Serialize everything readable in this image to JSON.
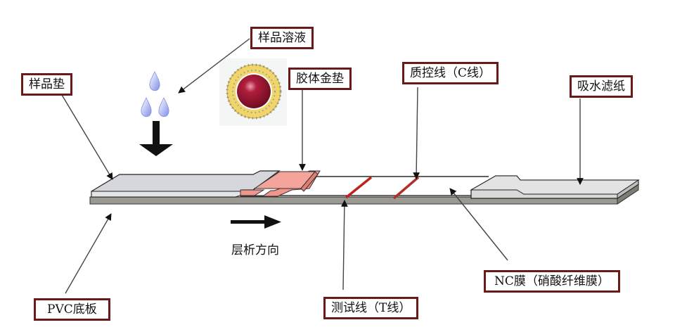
{
  "labels": {
    "sample_solution": "样品溶液",
    "sample_pad": "样品垫",
    "colloidal_gold_pad": "胶体金垫",
    "control_line": "质控线（C线）",
    "absorbent_paper": "吸水滤纸",
    "pvc_backing": "PVC底板",
    "chromatography_direction": "层析方向",
    "test_line": "测试线（T线）",
    "nc_membrane": "NC膜（硝酸纤维膜）"
  },
  "colors": {
    "label_border": "#6b1a1a",
    "sample_pad": "#d6d7dc",
    "gold_pad": "#f1948a",
    "backing": "#8f8f88",
    "line_red": "#c0201e",
    "gold_particle": "#9c1530",
    "particle_shell": "#e8c84a",
    "droplet": "#9aa8ee"
  }
}
